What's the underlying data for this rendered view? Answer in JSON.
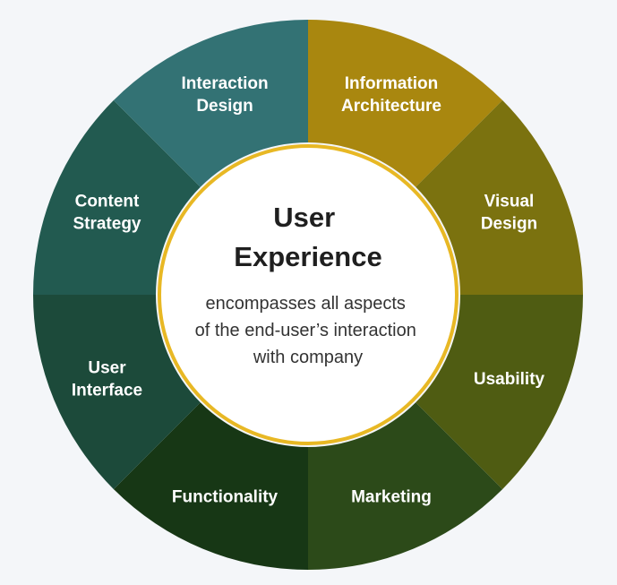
{
  "center": {
    "title_lines": [
      "User",
      "Experience"
    ],
    "subtitle_lines": [
      "encompasses all aspects",
      "of the end-user’s interaction",
      "with company"
    ]
  },
  "colors": {
    "background": "#f4f6f9",
    "ring_border": "#e8b824",
    "center_fill": "#ffffff"
  },
  "segments": [
    {
      "name": "information-architecture",
      "lines": [
        "Information",
        "Architecture"
      ],
      "color": "#a9870f"
    },
    {
      "name": "visual-design",
      "lines": [
        "Visual",
        "Design"
      ],
      "color": "#7b720f"
    },
    {
      "name": "usability",
      "lines": [
        "Usability"
      ],
      "color": "#4f5c12"
    },
    {
      "name": "marketing",
      "lines": [
        "Marketing"
      ],
      "color": "#2c4a19"
    },
    {
      "name": "functionality",
      "lines": [
        "Functionality"
      ],
      "color": "#173715"
    },
    {
      "name": "user-interface",
      "lines": [
        "User",
        "Interface"
      ],
      "color": "#1c4a3a"
    },
    {
      "name": "content-strategy",
      "lines": [
        "Content",
        "Strategy"
      ],
      "color": "#225a50"
    },
    {
      "name": "interaction-design",
      "lines": [
        "Interaction",
        "Design"
      ],
      "color": "#337274"
    }
  ]
}
